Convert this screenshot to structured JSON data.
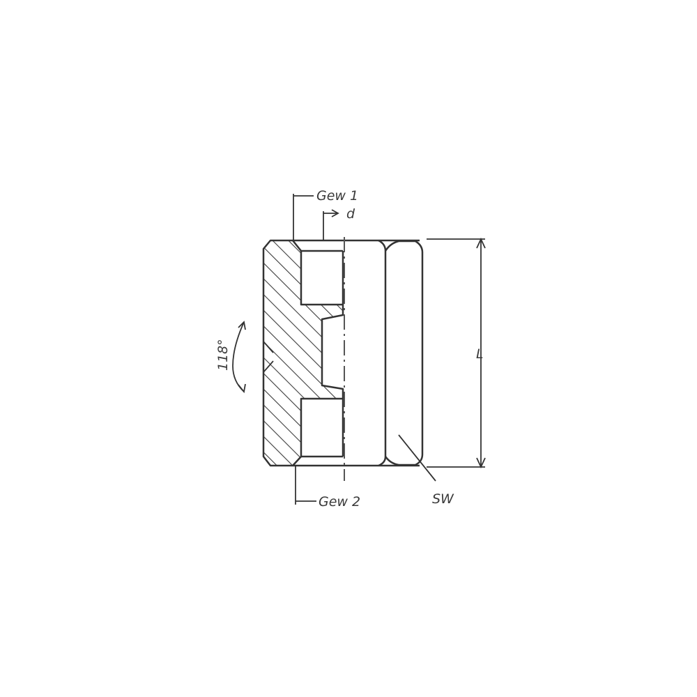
{
  "drawing": {
    "background": "#ffffff",
    "line_color": "#333333",
    "hatch_color": "#3c3c3c",
    "labels": {
      "gew1": "Gew 1",
      "gew2": "Gew 2",
      "d": "d",
      "L": "L",
      "sw": "SW",
      "angle": "118°"
    }
  }
}
